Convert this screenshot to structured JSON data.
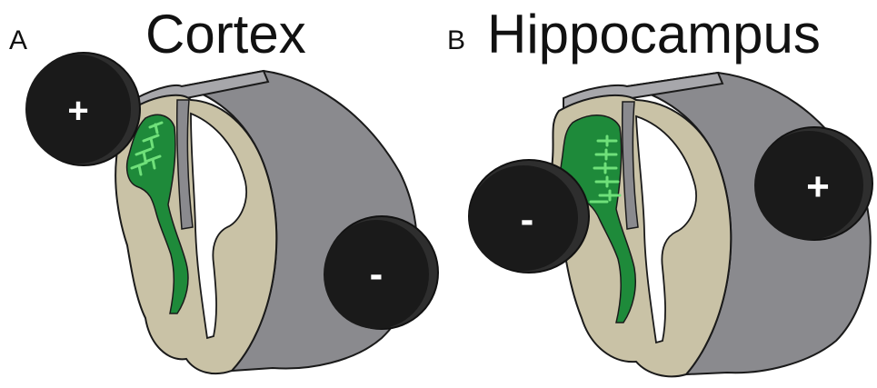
{
  "panels": [
    {
      "letter": "A",
      "title": "Cortex",
      "electrodes": [
        {
          "role": "anode",
          "sign": "+"
        },
        {
          "role": "cathode",
          "sign": "-"
        }
      ]
    },
    {
      "letter": "B",
      "title": "Hippocampus",
      "electrodes": [
        {
          "role": "cathode",
          "sign": "-"
        },
        {
          "role": "anode",
          "sign": "+"
        }
      ]
    }
  ],
  "colors": {
    "slice_face": "#c9c2a6",
    "slice_side": "#8a8a8e",
    "slice_top": "#a7a7ab",
    "ventricle": "#ffffff",
    "green_region": "#1e8a3a",
    "green_marks": "#6fe07a",
    "electrode_dark": "#1a1a1a",
    "electrode_rim": "#2e2e2e",
    "outline": "#1a1a1a"
  }
}
